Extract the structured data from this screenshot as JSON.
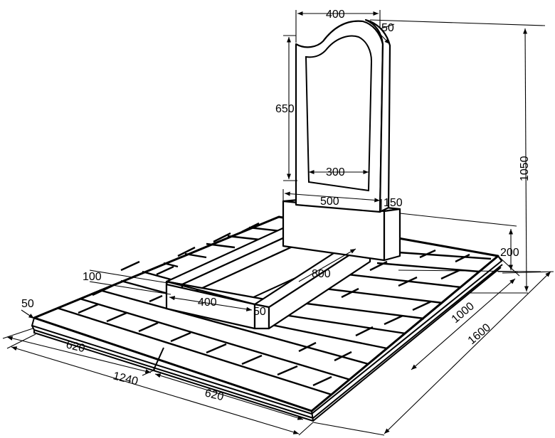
{
  "dimensions": {
    "stele_width_top": "400",
    "stele_thickness": "50",
    "stele_height": "650",
    "inner_width": "300",
    "stand_width": "500",
    "stand_depth": "150",
    "total_height": "1050",
    "stand_height": "200",
    "flowerbed_length": "800",
    "curb_width": "100",
    "flowerbed_width": "400",
    "curb_thickness": "50",
    "border_width": "50",
    "slab_depth_a": "1000",
    "slab_depth_b": "1600",
    "front_half_left": "620",
    "front_total": "1240",
    "front_half_right": "620"
  }
}
